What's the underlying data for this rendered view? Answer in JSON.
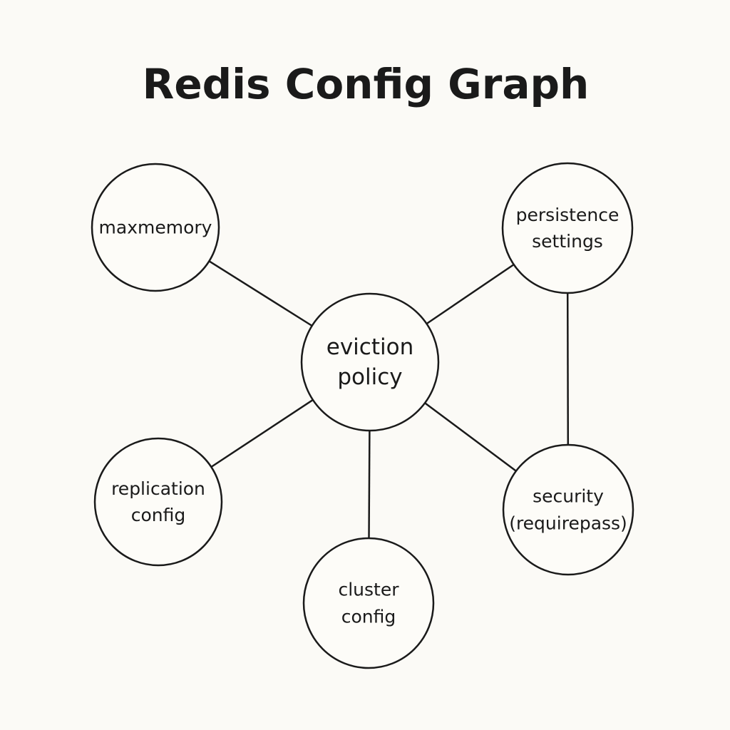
{
  "title": "Redis Config Graph",
  "colors": {
    "background": "#fbfaf6",
    "stroke": "#1a1a1a",
    "text": "#1a1a1a"
  },
  "nodes": [
    {
      "id": "maxmemory",
      "lines": [
        "maxmemory"
      ]
    },
    {
      "id": "persistence",
      "lines": [
        "persistence",
        "settings"
      ]
    },
    {
      "id": "eviction",
      "lines": [
        "eviction",
        "policy"
      ]
    },
    {
      "id": "replication",
      "lines": [
        "replication",
        "config"
      ]
    },
    {
      "id": "security",
      "lines": [
        "security",
        "(requirepass)"
      ]
    },
    {
      "id": "cluster",
      "lines": [
        "cluster",
        "config"
      ]
    }
  ],
  "edges": [
    {
      "from": "maxmemory",
      "to": "eviction"
    },
    {
      "from": "persistence",
      "to": "eviction"
    },
    {
      "from": "persistence",
      "to": "security"
    },
    {
      "from": "replication",
      "to": "eviction"
    },
    {
      "from": "security",
      "to": "eviction"
    },
    {
      "from": "cluster",
      "to": "eviction"
    }
  ]
}
